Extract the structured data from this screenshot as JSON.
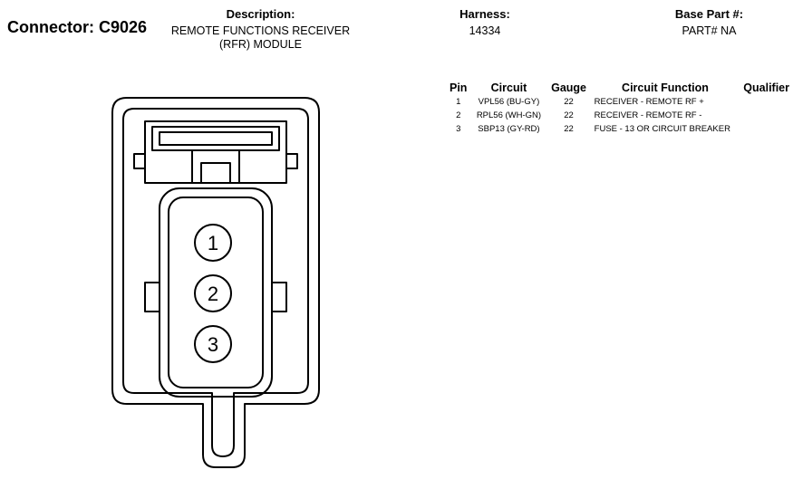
{
  "connector": {
    "label": "Connector:",
    "id": "C9026"
  },
  "description": {
    "label": "Description:",
    "lines": [
      "REMOTE FUNCTIONS RECEIVER",
      "(RFR) MODULE"
    ]
  },
  "harness": {
    "label": "Harness:",
    "value": "14334"
  },
  "base_part": {
    "label": "Base Part #:",
    "value": "PART# NA"
  },
  "pin_table": {
    "headers": {
      "pin": "Pin",
      "circuit": "Circuit",
      "gauge": "Gauge",
      "function": "Circuit Function",
      "qualifier": "Qualifier"
    },
    "rows": [
      {
        "pin": "1",
        "circuit": "VPL56 (BU-GY)",
        "gauge": "22",
        "function": "RECEIVER - REMOTE RF +",
        "qualifier": ""
      },
      {
        "pin": "2",
        "circuit": "RPL56 (WH-GN)",
        "gauge": "22",
        "function": "RECEIVER - REMOTE RF -",
        "qualifier": ""
      },
      {
        "pin": "3",
        "circuit": "SBP13 (GY-RD)",
        "gauge": "22",
        "function": "FUSE - 13 OR CIRCUIT BREAKER",
        "qualifier": ""
      }
    ]
  },
  "diagram": {
    "pin_labels": [
      "1",
      "2",
      "3"
    ]
  }
}
